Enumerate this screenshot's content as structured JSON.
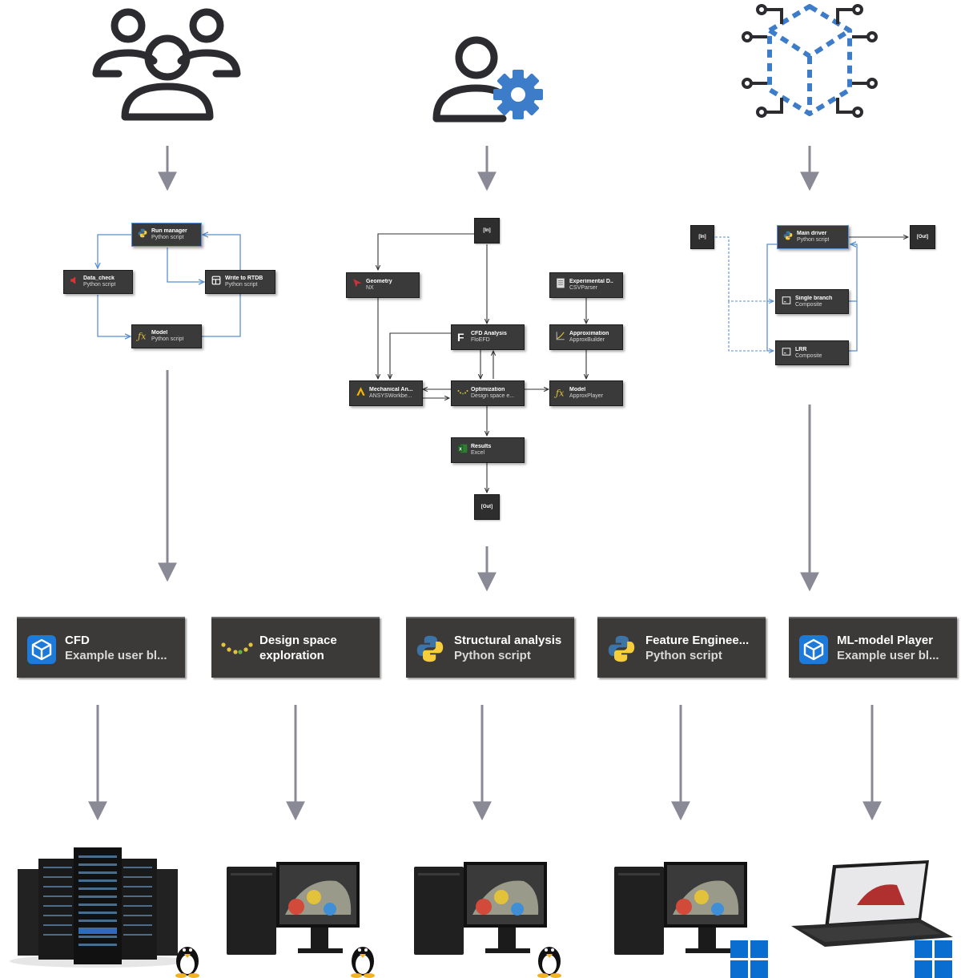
{
  "colors": {
    "node": "#3a3a3a",
    "accent": "#3d7cc9",
    "arrow": "#8a8a96",
    "python_blue": "#3c74a8",
    "python_yellow": "#f7cd3b"
  },
  "roles": [
    {
      "id": "users",
      "icon": "users-group-icon"
    },
    {
      "id": "admin",
      "icon": "user-gear-icon"
    },
    {
      "id": "system",
      "icon": "circuit-cube-icon"
    }
  ],
  "workflow_left": {
    "run_manager": {
      "name": "Run manager",
      "sub": "Python script"
    },
    "data_check": {
      "name": "Data_check",
      "sub": "Python script"
    },
    "write_rtdb": {
      "name": "Write to RTDB",
      "sub": "Python script"
    },
    "model": {
      "name": "Model",
      "sub": "Python script"
    }
  },
  "workflow_mid": {
    "in": "[In]",
    "out": "[Out]",
    "geometry": {
      "name": "Geometry",
      "sub": "NX"
    },
    "experimental": {
      "name": "Experimental D..",
      "sub": "CSVParser"
    },
    "cfd": {
      "name": "CFD Analysis",
      "sub": "FloEFD"
    },
    "approximation": {
      "name": "Approximation",
      "sub": "ApproxBuilder"
    },
    "mechanical": {
      "name": "Mechanical An...",
      "sub": "ANSYSWorkbe..."
    },
    "optimization": {
      "name": "Optimization",
      "sub": "Design space e..."
    },
    "model": {
      "name": "Model",
      "sub": "ApproxPlayer"
    },
    "results": {
      "name": "Results",
      "sub": "Excel"
    }
  },
  "workflow_right": {
    "in": "[In]",
    "out": "[Out]",
    "main_driver": {
      "name": "Main driver",
      "sub": "Python script"
    },
    "single_branch": {
      "name": "Single branch",
      "sub": "Composite"
    },
    "lrr": {
      "name": "LRR",
      "sub": "Composite"
    }
  },
  "blocks": [
    {
      "name": "CFD",
      "sub": "Example user bl...",
      "icon": "cube-icon"
    },
    {
      "name": "Design space",
      "sub": "exploration",
      "icon": "dse-dots-icon"
    },
    {
      "name": "Structural analysis",
      "sub": "Python script",
      "icon": "python-icon"
    },
    {
      "name": "Feature Enginee...",
      "sub": "Python script",
      "icon": "python-icon"
    },
    {
      "name": "ML-model Player",
      "sub": "Example user bl...",
      "icon": "cube-icon"
    }
  ],
  "machines": [
    {
      "type": "server-rack",
      "os": "linux-icon"
    },
    {
      "type": "workstation",
      "os": "linux-icon"
    },
    {
      "type": "workstation",
      "os": "linux-icon"
    },
    {
      "type": "workstation",
      "os": "windows-icon"
    },
    {
      "type": "laptop",
      "os": "windows-icon"
    }
  ]
}
